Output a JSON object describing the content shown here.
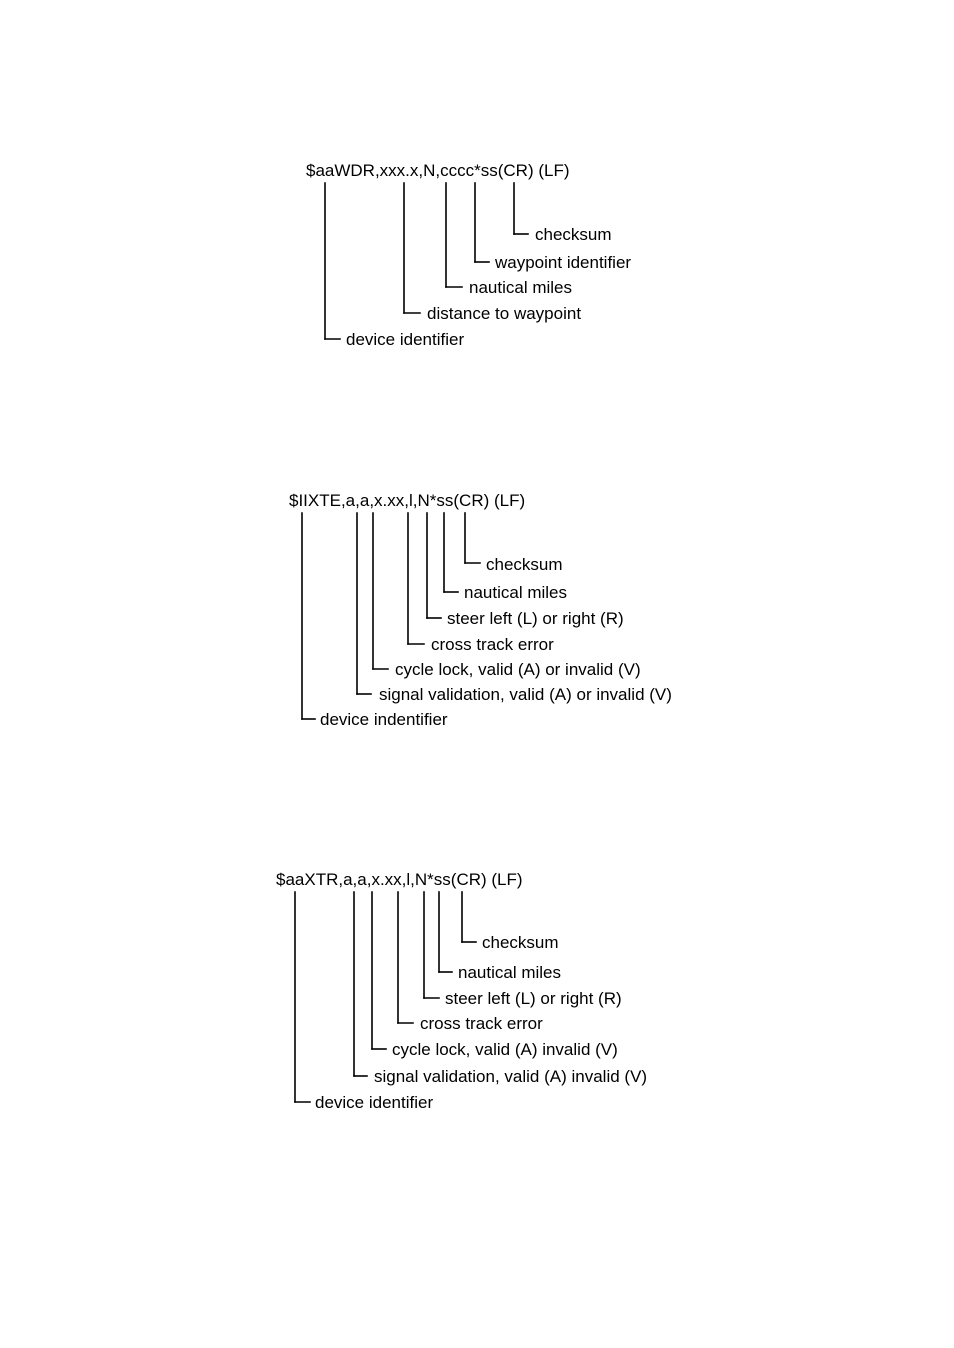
{
  "diagrams": [
    {
      "sentence": "$aaWDR,xxx.x,N,cccc*ss(CR) (LF)",
      "fields": [
        "device identifier",
        "distance to waypoint",
        "nautical miles",
        "waypoint identifier",
        "checksum"
      ]
    },
    {
      "sentence": "$IIXTE,a,a,x.xx,l,N*ss(CR) (LF)",
      "fields": [
        "device indentifier",
        "signal validation, valid (A) or invalid (V)",
        "cycle lock, valid (A) or invalid (V)",
        "cross track error",
        "steer left (L) or right (R)",
        "nautical miles",
        "checksum"
      ]
    },
    {
      "sentence": "$aaXTR,a,a,x.xx,l,N*ss(CR) (LF)",
      "fields": [
        "device identifier",
        "signal validation, valid (A) invalid (V)",
        "cycle lock, valid (A) invalid (V)",
        "cross track error",
        "steer left (L) or right (R)",
        "nautical miles",
        "checksum"
      ]
    }
  ]
}
